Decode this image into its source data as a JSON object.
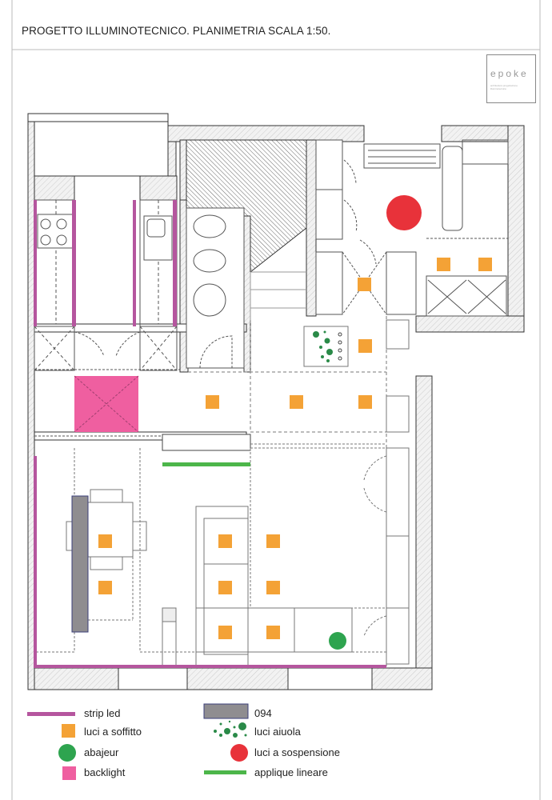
{
  "header": {
    "title": "PROGETTO ILLUMINOTECNICO. PLANIMETRIA SCALA 1:50."
  },
  "logo": {
    "text": "epoke",
    "subtitle": "architettura progettazione illuminotecnica"
  },
  "colors": {
    "strip_led": "#b5569e",
    "ceiling": "#f4a236",
    "abajeur": "#2ea44f",
    "backlight": "#ef5fa0",
    "item_094": "#8f8d90",
    "aiuola": "#2a8a48",
    "suspension": "#e8323a",
    "applique": "#4cb64a"
  },
  "legend": [
    {
      "label": "strip led",
      "icon": "strip-led"
    },
    {
      "label": "luci a soffitto",
      "icon": "ceiling-light"
    },
    {
      "label": "abajeur",
      "icon": "abajeur"
    },
    {
      "label": "backlight",
      "icon": "backlight"
    },
    {
      "label": "094",
      "icon": "gray-bar"
    },
    {
      "label": "luci aiuola",
      "icon": "aiuola-dots"
    },
    {
      "label": "luci a sospensione",
      "icon": "suspension-light"
    },
    {
      "label": "applique lineare",
      "icon": "linear-applique"
    }
  ]
}
